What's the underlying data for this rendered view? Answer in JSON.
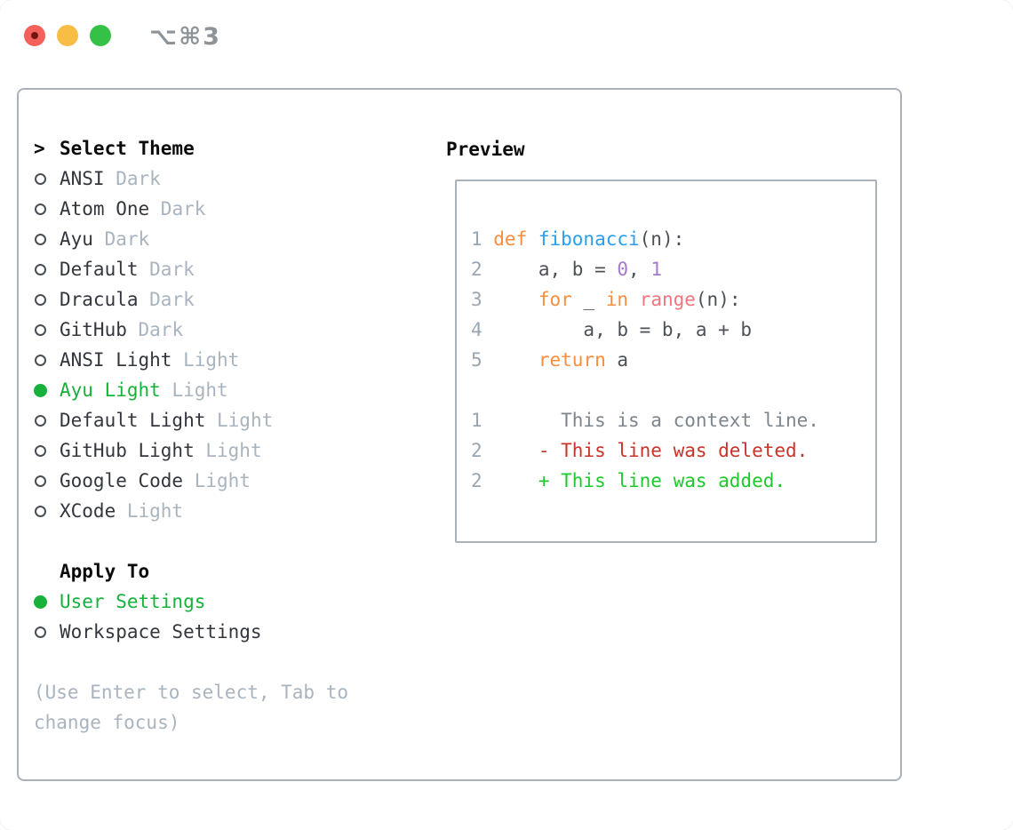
{
  "titlebar": {
    "shortcut": "⌥⌘3",
    "buttons": [
      {
        "name": "close",
        "role": "close-button"
      },
      {
        "name": "minimize",
        "role": "minimize-button"
      },
      {
        "name": "zoom",
        "role": "zoom-button"
      }
    ]
  },
  "theme_panel": {
    "prompt": ">",
    "title": "Select Theme",
    "themes": [
      {
        "name": "ANSI",
        "variant": "Dark",
        "selected": false
      },
      {
        "name": "Atom One",
        "variant": "Dark",
        "selected": false
      },
      {
        "name": "Ayu",
        "variant": "Dark",
        "selected": false
      },
      {
        "name": "Default",
        "variant": "Dark",
        "selected": false
      },
      {
        "name": "Dracula",
        "variant": "Dark",
        "selected": false
      },
      {
        "name": "GitHub",
        "variant": "Dark",
        "selected": false
      },
      {
        "name": "ANSI Light",
        "variant": "Light",
        "selected": false
      },
      {
        "name": "Ayu Light",
        "variant": "Light",
        "selected": true
      },
      {
        "name": "Default Light",
        "variant": "Light",
        "selected": false
      },
      {
        "name": "GitHub Light",
        "variant": "Light",
        "selected": false
      },
      {
        "name": "Google Code",
        "variant": "Light",
        "selected": false
      },
      {
        "name": "XCode",
        "variant": "Light",
        "selected": false
      }
    ],
    "apply_to": {
      "label": "Apply To",
      "options": [
        {
          "label": "User Settings",
          "selected": true
        },
        {
          "label": "Workspace Settings",
          "selected": false
        }
      ]
    },
    "hint": "(Use Enter to select, Tab to change focus)"
  },
  "preview": {
    "label": "Preview",
    "lines": [
      {
        "num": "1",
        "segments": [
          {
            "t": "def ",
            "c": "keyword"
          },
          {
            "t": "fibonacci",
            "c": "function"
          },
          {
            "t": "(n):",
            "c": "fg"
          }
        ]
      },
      {
        "num": "2",
        "segments": [
          {
            "t": "    a, b = ",
            "c": "fg"
          },
          {
            "t": "0",
            "c": "number"
          },
          {
            "t": ", ",
            "c": "fg"
          },
          {
            "t": "1",
            "c": "number"
          }
        ]
      },
      {
        "num": "3",
        "segments": [
          {
            "t": "    ",
            "c": "fg"
          },
          {
            "t": "for",
            "c": "keyword"
          },
          {
            "t": " _ ",
            "c": "fg"
          },
          {
            "t": "in",
            "c": "keyword"
          },
          {
            "t": " ",
            "c": "fg"
          },
          {
            "t": "range",
            "c": "call"
          },
          {
            "t": "(n):",
            "c": "fg"
          }
        ]
      },
      {
        "num": "4",
        "segments": [
          {
            "t": "        a, b = b, a + b",
            "c": "fg"
          }
        ]
      },
      {
        "num": "5",
        "segments": [
          {
            "t": "    ",
            "c": "fg"
          },
          {
            "t": "return",
            "c": "keyword"
          },
          {
            "t": " a",
            "c": "fg"
          }
        ]
      },
      {
        "num": "",
        "segments": []
      },
      {
        "num": "1",
        "segments": [
          {
            "t": "      This is a context line.",
            "c": "context"
          }
        ]
      },
      {
        "num": "2",
        "segments": [
          {
            "t": "    - This line was deleted.",
            "c": "deleted"
          }
        ]
      },
      {
        "num": "2",
        "segments": [
          {
            "t": "    + This line was added.",
            "c": "added"
          }
        ]
      }
    ]
  },
  "colors": {
    "green": "#17b13c",
    "added": "#1ec92e",
    "deleted": "#c9342a",
    "keyword": "#fa8d3e",
    "function": "#299fee",
    "number": "#a37acc",
    "call": "#f5757d",
    "fg": "#4c5157",
    "context": "#7d858d",
    "linenum": "#9aa5af",
    "muted": "#a9b4bf",
    "label": "#33373d",
    "heading": "#0b0b0c",
    "border": "#a9b2ba",
    "shortcut": "#8e9398",
    "tl_red": "#f4605a",
    "tl_red_dot": "#70150f",
    "tl_yellow": "#f7bd45",
    "tl_green": "#35c148"
  }
}
